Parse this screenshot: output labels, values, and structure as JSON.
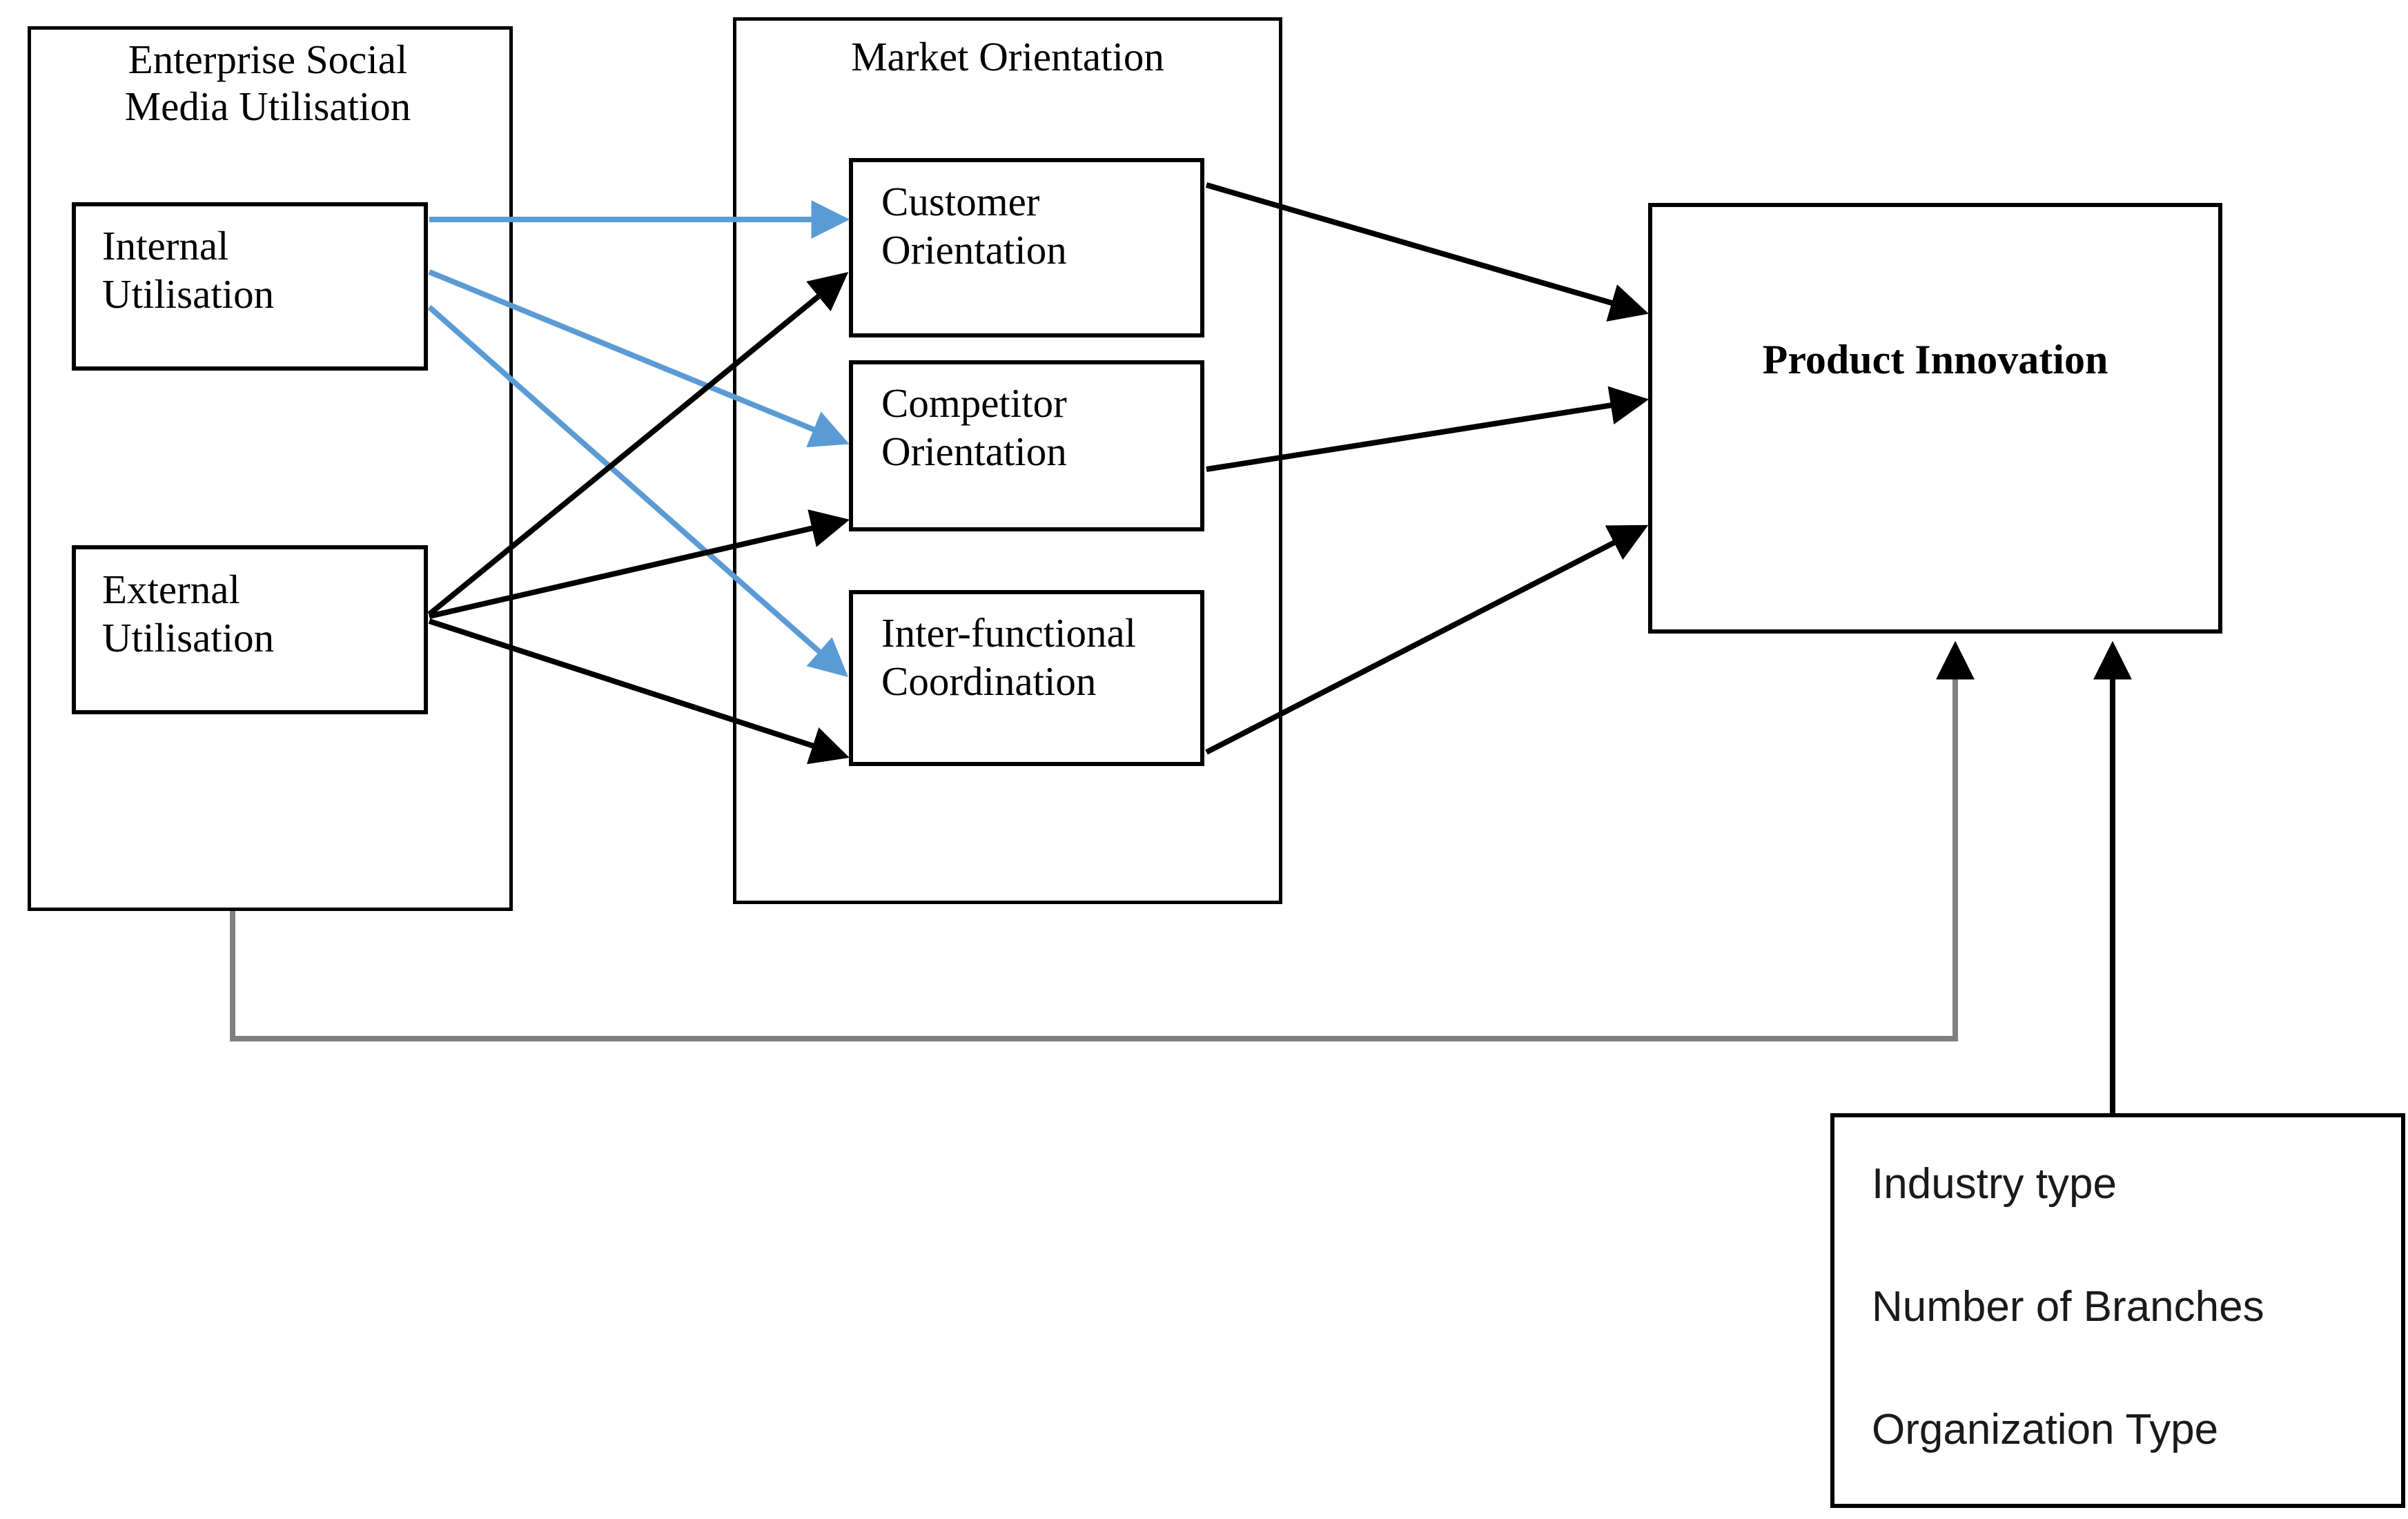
{
  "diagram": {
    "type": "conceptual-research-model",
    "groups": {
      "esm": {
        "title": "Enterprise Social\nMedia Utilisation",
        "nodes": [
          {
            "id": "internal",
            "label": "Internal\nUtilisation"
          },
          {
            "id": "external",
            "label": "External\nUtilisation"
          }
        ]
      },
      "market_orientation": {
        "title": "Market Orientation",
        "nodes": [
          {
            "id": "customer",
            "label": "Customer\nOrientation"
          },
          {
            "id": "competitor",
            "label": "Competitor\nOrientation"
          },
          {
            "id": "interfunctional",
            "label": "Inter-functional\nCoordination"
          }
        ]
      }
    },
    "outcome": {
      "id": "product_innovation",
      "label": "Product Innovation"
    },
    "controls": {
      "items": [
        {
          "id": "industry_type",
          "label": "Industry type"
        },
        {
          "id": "number_of_branches",
          "label": "Number of Branches"
        },
        {
          "id": "organization_type",
          "label": "Organization Type"
        }
      ]
    },
    "colors": {
      "internal_path": "#5B9BD5",
      "external_path": "#000000",
      "outcome_path": "#000000",
      "control_path": "#000000",
      "moderation_path": "#7F7F7F",
      "stroke": "#000000",
      "background": "#FFFFFF"
    },
    "edges": [
      {
        "from": "internal",
        "to": "customer",
        "color": "#5B9BD5"
      },
      {
        "from": "internal",
        "to": "competitor",
        "color": "#5B9BD5"
      },
      {
        "from": "internal",
        "to": "interfunctional",
        "color": "#5B9BD5"
      },
      {
        "from": "external",
        "to": "customer",
        "color": "#000000"
      },
      {
        "from": "external",
        "to": "competitor",
        "color": "#000000"
      },
      {
        "from": "external",
        "to": "interfunctional",
        "color": "#000000"
      },
      {
        "from": "customer",
        "to": "product_innovation",
        "color": "#000000"
      },
      {
        "from": "competitor",
        "to": "product_innovation",
        "color": "#000000"
      },
      {
        "from": "interfunctional",
        "to": "product_innovation",
        "color": "#000000"
      },
      {
        "from": "esm",
        "to": "product_innovation",
        "color": "#7F7F7F"
      },
      {
        "from": "controls",
        "to": "product_innovation",
        "color": "#000000"
      }
    ]
  }
}
